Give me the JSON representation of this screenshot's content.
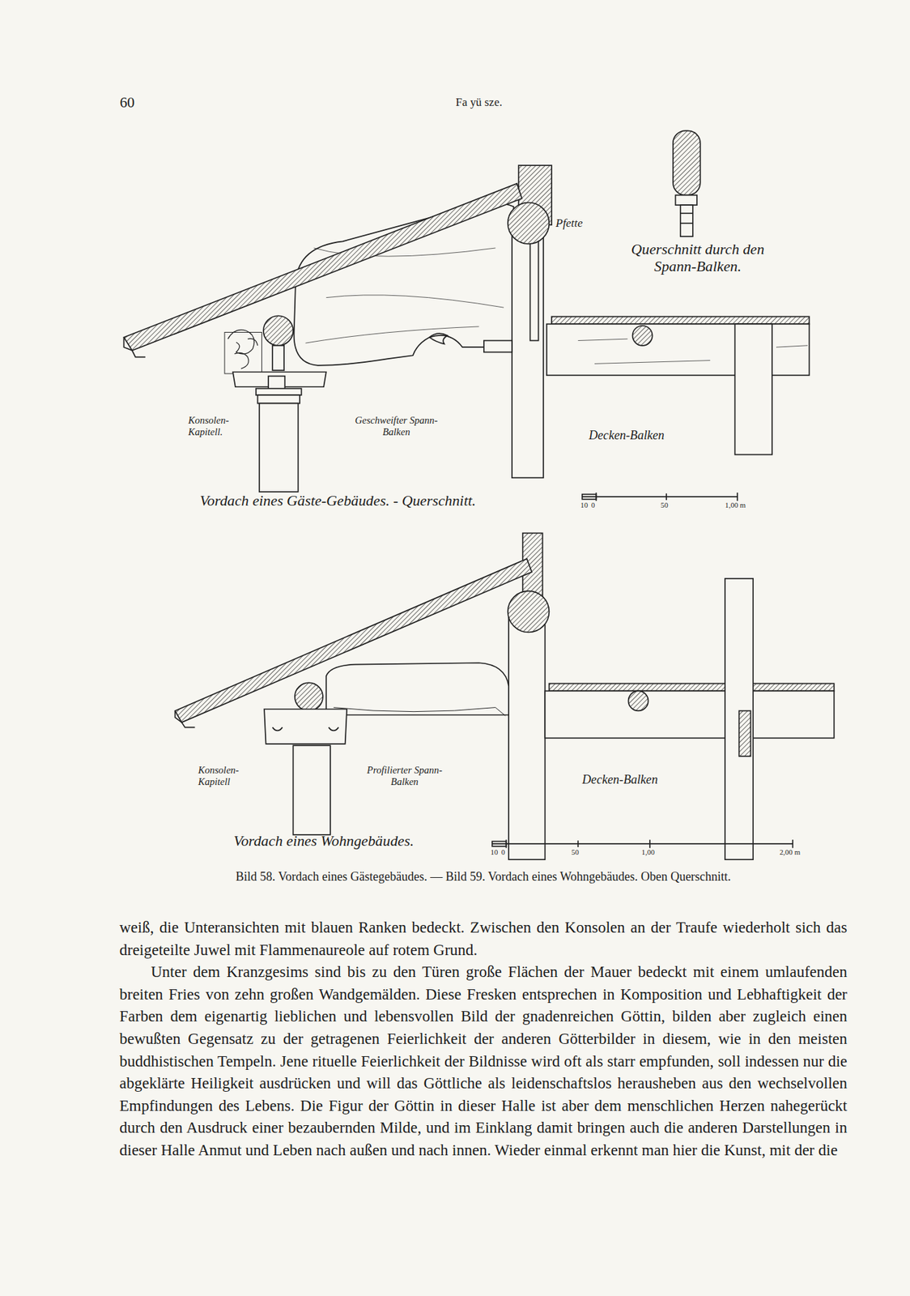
{
  "diagram": {
    "caption": "Bild 58. Vordach eines Gästegebäudes. — Bild 59. Vordach eines Wohngebäudes. Oben Querschnitt.",
    "labels": [
      "60",
      "Fa yü sze.",
      "Pfette",
      "Querschnitt durch den Spann-Balken.",
      "Konsolen-Kapitell.",
      "Geschweifter Spann-Balken",
      "Decken-Balken",
      "Vordach eines Gäste-Gebäudes. - Querschnitt.",
      "10",
      "0",
      "50",
      "1,00 m",
      "Konsolen-Kapitell",
      "Profilierter Spann-Balken",
      "Decken-Balken",
      "Vordach eines Wohngebäudes.",
      "10",
      "0",
      "50",
      "1,00",
      "2,00 m",
      "weiß, die Unteransichten mit blauen Ranken bedeckt. Zwischen den Konsolen an der Traufe wiederholt sich das dreigeteilte Juwel mit Flammenaureole auf rotem Grund.",
      "Unter dem Kranzgesims sind bis zu den Türen große Flächen der Mauer bedeckt mit einem umlaufenden breiten Fries von zehn großen Wandgemälden. Diese Fresken entsprechen in Komposition und Lebhaftigkeit der Farben dem eigenartig lieblichen und lebensvollen Bild der gnadenreichen Göttin, bilden aber zugleich einen bewußten Gegensatz zu der getragenen Feierlichkeit der anderen Götterbilder in diesem, wie in den meisten buddhistischen Tempeln. Jene rituelle Feierlichkeit der Bildnisse wird oft als starr empfunden, soll indessen nur die abgeklärte Heiligkeit ausdrücken und will das Göttliche als leidenschaftslos herausheben aus den wechselvollen Empfindungen des Lebens. Die Figur der Göttin in dieser Halle ist aber dem menschlichen Herzen nahegerückt durch den Ausdruck einer bezaubernden Milde, und im Einklang damit bringen auch die anderen Darstellungen in dieser Halle Anmut und Leben nach außen und nach innen. Wieder einmal erkennt man hier die Kunst, mit der die"
    ]
  }
}
